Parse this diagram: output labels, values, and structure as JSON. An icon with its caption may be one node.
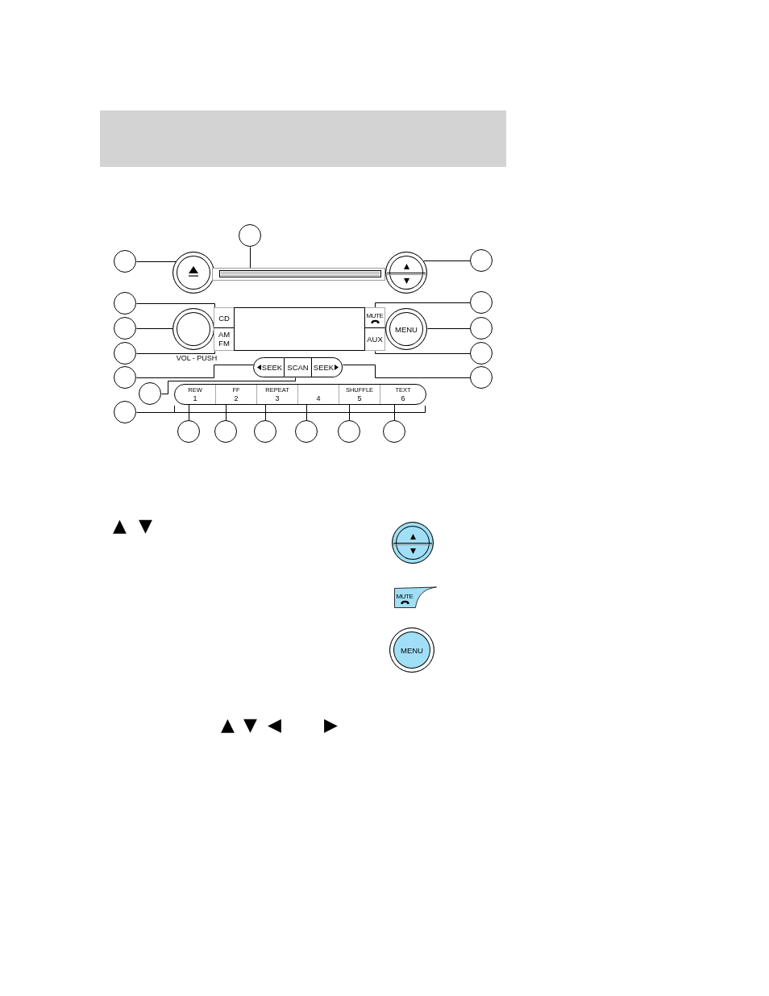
{
  "diagram": {
    "nodes": [
      {
        "text": [],
        "shape": "circle"
      },
      {
        "text": [],
        "shape": "box"
      },
      {
        "text": [],
        "shape": "circle"
      },
      {
        "text": [],
        "shape": "circle",
        "beside": [
          "VOL - PUSH"
        ]
      },
      {
        "text": [
          "CD"
        ]
      },
      {
        "text": [
          "AM FM"
        ]
      },
      {
        "text": [],
        "shape": "box"
      },
      {
        "text": [
          "MUTE"
        ]
      },
      {
        "text": [
          "AUX"
        ]
      },
      {
        "text": [
          "MENU"
        ]
      },
      {
        "text": [
          "SEEK"
        ]
      },
      {
        "text": [
          "SCAN"
        ]
      },
      {
        "text": [
          "SEEK"
        ]
      },
      {
        "text": [],
        "shape": "box"
      },
      {
        "text": [
          "REW",
          "1"
        ],
        "in": 13
      },
      {
        "text": [
          "FF",
          "2"
        ],
        "in": 13
      },
      {
        "text": [
          "REPEAT",
          "3"
        ],
        "in": 13
      },
      {
        "text": [
          "4"
        ],
        "in": 13
      },
      {
        "text": [
          "SHUFFLE",
          "5"
        ],
        "in": 13
      },
      {
        "text": [
          "TEXT",
          "6"
        ],
        "in": 13
      },
      {
        "text": [],
        "shape": "bracket"
      },
      {
        "text": [],
        "shape": "circle"
      },
      {
        "text": [],
        "shape": "circle"
      },
      {
        "text": [],
        "shape": "circle"
      },
      {
        "text": [],
        "shape": "circle"
      },
      {
        "text": [],
        "shape": "circle"
      },
      {
        "text": [],
        "shape": "circle"
      },
      {
        "text": [],
        "shape": "circle"
      },
      {
        "text": [],
        "shape": "circle"
      },
      {
        "text": [],
        "shape": "circle"
      },
      {
        "text": [],
        "shape": "circle"
      },
      {
        "text": [],
        "shape": "circle"
      },
      {
        "text": [],
        "shape": "circle"
      },
      {
        "text": [],
        "shape": "circle"
      },
      {
        "text": [],
        "shape": "circle"
      },
      {
        "text": [],
        "shape": "circle"
      },
      {
        "text": [],
        "shape": "circle"
      },
      {
        "text": [],
        "shape": "circle"
      },
      {
        "text": [],
        "shape": "circle"
      },
      {
        "text": [],
        "shape": "circle"
      },
      {
        "text": [],
        "shape": "circle"
      },
      {
        "text": [
          "MUTE"
        ]
      },
      {
        "text": [
          "MENU"
        ]
      }
    ],
    "edges": [
      {
        "from": 21,
        "to": 1,
        "arrow": "none"
      },
      {
        "from": 22,
        "to": 0,
        "arrow": "none"
      },
      {
        "from": 23,
        "to": 4,
        "arrow": "none"
      },
      {
        "from": 24,
        "to": 3,
        "arrow": "none"
      },
      {
        "from": 25,
        "to": 5,
        "arrow": "none"
      },
      {
        "from": 26,
        "to": 10,
        "arrow": "none"
      },
      {
        "from": 27,
        "to": 11,
        "arrow": "none"
      },
      {
        "from": 28,
        "to": 20,
        "arrow": "none"
      },
      {
        "from": 29,
        "to": 2,
        "arrow": "none"
      },
      {
        "from": 30,
        "to": 7,
        "arrow": "none"
      },
      {
        "from": 31,
        "to": 9,
        "arrow": "none"
      },
      {
        "from": 32,
        "to": 8,
        "arrow": "none"
      },
      {
        "from": 33,
        "to": 12,
        "arrow": "none"
      },
      {
        "from": 34,
        "to": 14,
        "arrow": "none"
      },
      {
        "from": 35,
        "to": 15,
        "arrow": "none"
      },
      {
        "from": 36,
        "to": 16,
        "arrow": "none"
      },
      {
        "from": 37,
        "to": 17,
        "arrow": "none"
      },
      {
        "from": 38,
        "to": 18,
        "arrow": "none"
      },
      {
        "from": 39,
        "to": 19,
        "arrow": "none"
      }
    ],
    "labels": [
      "▲",
      "▼",
      "▲",
      "▼",
      "◀",
      "▶"
    ]
  }
}
